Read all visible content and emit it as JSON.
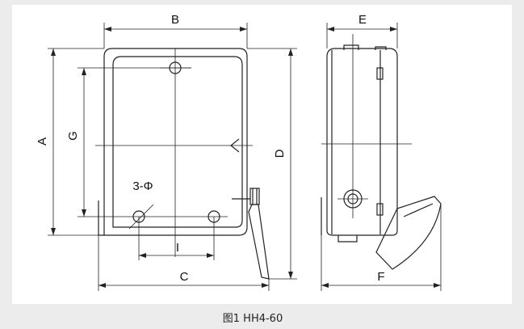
{
  "labels": {
    "a": "A",
    "b": "B",
    "c": "C",
    "d": "D",
    "e": "E",
    "f": "F",
    "g": "G",
    "i": "I",
    "holes": "3-Φ"
  },
  "caption": "图1 HH4-60",
  "colors": {
    "background": "#ececec",
    "frame": "#ffffff",
    "line": "#222222"
  }
}
